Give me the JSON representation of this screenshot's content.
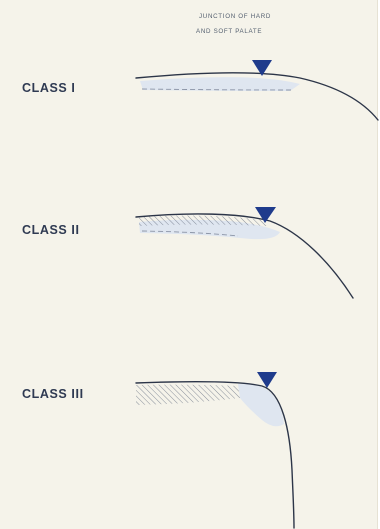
{
  "annotation": {
    "line1": "JUNCTION OF HARD",
    "line2": "AND SOFT PALATE"
  },
  "classes": [
    {
      "label": "CLASS I"
    },
    {
      "label": "CLASS II"
    },
    {
      "label": "CLASS III"
    }
  ],
  "colors": {
    "background": "#f5f3ea",
    "outline": "#2c3548",
    "marker": "#1f3b8c",
    "tissue": "#dfe6f0"
  }
}
